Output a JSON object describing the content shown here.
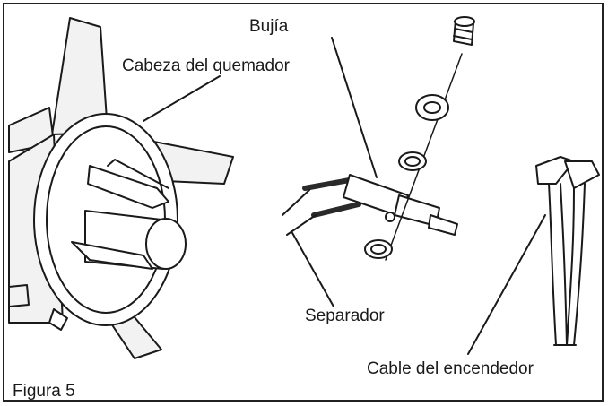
{
  "figure": {
    "caption": "Figura 5",
    "labels": {
      "spark_plug": "Bujía",
      "burner_head": "Cabeza del quemador",
      "spacer": "Separador",
      "igniter_cable": "Cable del encendedor"
    }
  },
  "colors": {
    "line": "#1a1a1a",
    "fill_light": "#f2f2f2",
    "fill_dark": "#2a2a2a",
    "background": "#ffffff"
  }
}
